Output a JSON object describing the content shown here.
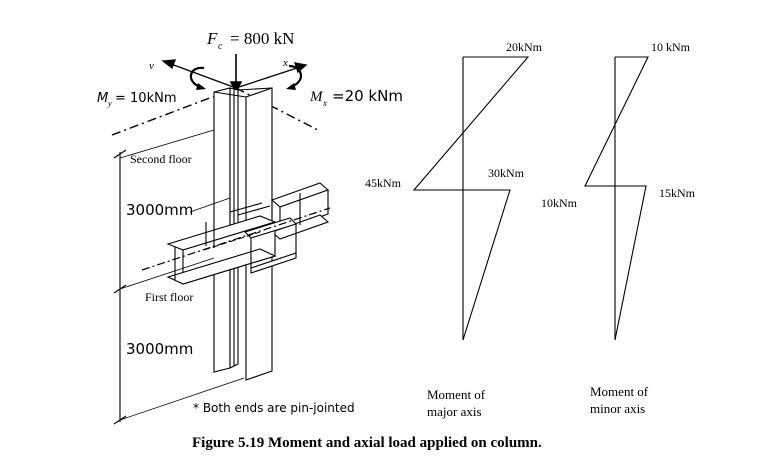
{
  "loads": {
    "axial_label": "F",
    "axial_subscript": "c",
    "axial_value": "= 800 kN",
    "my_label": "M",
    "my_subscript": "y",
    "my_value": "= 10kNm",
    "mx_label": "M",
    "mx_subscript": "x",
    "mx_value": "=20 kNm",
    "axis_v": "v",
    "axis_x": "x"
  },
  "column": {
    "second_floor": "Second floor",
    "first_floor": "First floor",
    "upper_span": "3000mm",
    "lower_span": "3000mm",
    "note": "* Both ends are pin-jointed"
  },
  "major_axis": {
    "top_moment": "20kNm",
    "mid_left": "45kNm",
    "mid_right": "30kNm",
    "caption_line1": "Moment of",
    "caption_line2": "major axis"
  },
  "minor_axis": {
    "top_moment": "10 kNm",
    "mid_left": "10kNm",
    "mid_right": "15kNm",
    "caption_line1": "Moment of",
    "caption_line2": "minor axis"
  },
  "figure_caption": "Figure 5.19 Moment and axial load applied on column."
}
